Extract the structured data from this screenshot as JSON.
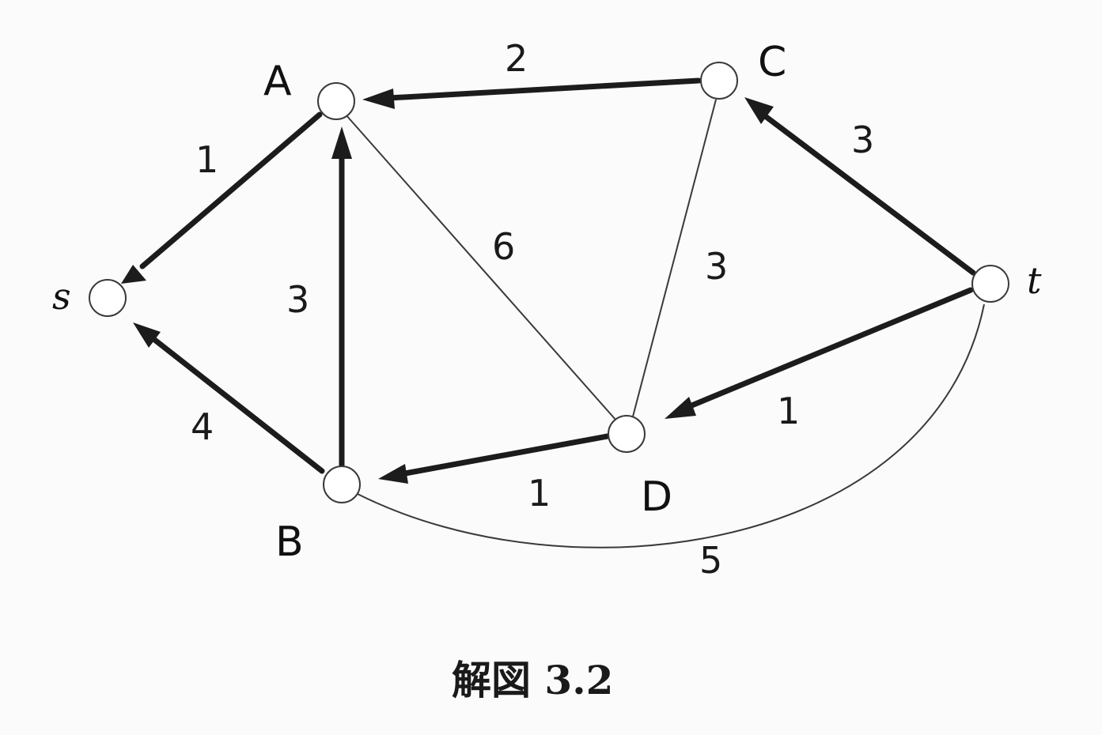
{
  "figure": {
    "caption": "解図 3.2"
  },
  "nodes": {
    "s": {
      "label": "s"
    },
    "A": {
      "label": "A"
    },
    "B": {
      "label": "B"
    },
    "C": {
      "label": "C"
    },
    "D": {
      "label": "D"
    },
    "t": {
      "label": "t"
    }
  },
  "edges": [
    {
      "id": "A-s",
      "from": "A",
      "to": "s",
      "weight": "1",
      "directed": true
    },
    {
      "id": "C-A",
      "from": "C",
      "to": "A",
      "weight": "2",
      "directed": true
    },
    {
      "id": "t-C",
      "from": "t",
      "to": "C",
      "weight": "3",
      "directed": true
    },
    {
      "id": "B-A",
      "from": "B",
      "to": "A",
      "weight": "3",
      "directed": true
    },
    {
      "id": "A-D",
      "from": "A",
      "to": "D",
      "weight": "6",
      "directed": false
    },
    {
      "id": "C-D",
      "from": "C",
      "to": "D",
      "weight": "3",
      "directed": false
    },
    {
      "id": "t-D",
      "from": "t",
      "to": "D",
      "weight": "1",
      "directed": true
    },
    {
      "id": "B-s",
      "from": "B",
      "to": "s",
      "weight": "4",
      "directed": true
    },
    {
      "id": "D-B",
      "from": "D",
      "to": "B",
      "weight": "1",
      "directed": true
    },
    {
      "id": "B-t",
      "from": "B",
      "to": "t",
      "weight": "5",
      "directed": false
    }
  ],
  "colors": {
    "edge": "#1c1c1c",
    "node_fill": "#ffffff",
    "background": "#fbfbfb"
  }
}
